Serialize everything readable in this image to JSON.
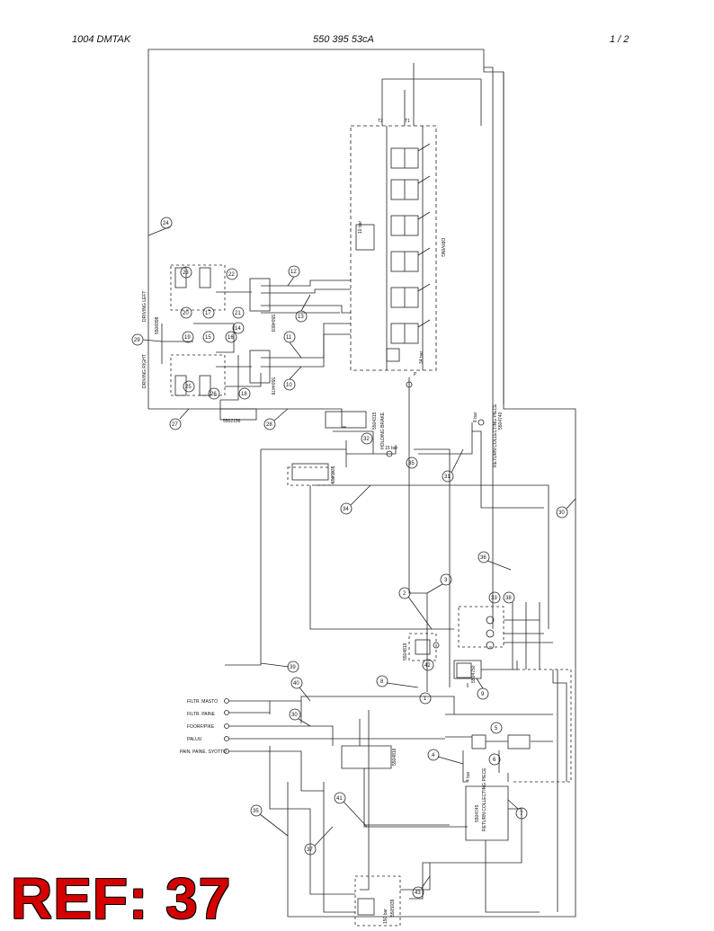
{
  "header": {
    "left": "1004 DMTAK",
    "center": "550 395 53cA",
    "right": "1 /  2"
  },
  "footer": {
    "ref_label": "REF: 37"
  },
  "labels": {
    "driving_left": "DRIVING LEFT",
    "driving_right": "DRIVING RIGHT",
    "driving": "DRIVING",
    "holding_brake": "HOLDING BRAKE",
    "return_collecting_piece_top": "RETURN COLLECTING PIECE",
    "return_collecting_piece_bottom": "RETURN COLLECTING PIECE",
    "part_5506998": "5506998",
    "part_5504803": "5504803",
    "part_5504478": "5504478",
    "part_5502156": "5502156",
    "part_5504315": "5504315",
    "part_5505931": "5505931",
    "part_5504819": "5504819",
    "part_5504750": "5504750",
    "part_5504740": "5504740",
    "part_5504816": "5504816",
    "part_5504745": "5504745",
    "part_5505939": "5505939",
    "bar_34": "34 bar",
    "bar_10": "10 bar",
    "bar_15": "15 bar",
    "bar_8": "8 bar",
    "bar_4": "4 bar",
    "bar_150": "150 bar",
    "port_t1": "T1",
    "port_t2": "T2",
    "port_p": "P"
  },
  "side_labels": [
    "FILTR. MASTO",
    "FILTR. PAINE",
    "FOORF/PIKE",
    "PALUU",
    "PAIN. PAINE. SYOTTO"
  ],
  "callouts": [
    {
      "id": "c24",
      "label": "24"
    },
    {
      "id": "c23",
      "label": "23"
    },
    {
      "id": "c22",
      "label": "22"
    },
    {
      "id": "c12",
      "label": "12"
    },
    {
      "id": "c13",
      "label": "13"
    },
    {
      "id": "c20",
      "label": "20"
    },
    {
      "id": "c17",
      "label": "17"
    },
    {
      "id": "c21",
      "label": "21"
    },
    {
      "id": "c14",
      "label": "14"
    },
    {
      "id": "c15",
      "label": "15"
    },
    {
      "id": "c16",
      "label": "16"
    },
    {
      "id": "c19",
      "label": "19"
    },
    {
      "id": "c11",
      "label": "11"
    },
    {
      "id": "c10",
      "label": "10"
    },
    {
      "id": "c18",
      "label": "18"
    },
    {
      "id": "c25",
      "label": "25"
    },
    {
      "id": "c26",
      "label": "26"
    },
    {
      "id": "c27",
      "label": "27"
    },
    {
      "id": "c28",
      "label": "28"
    },
    {
      "id": "c29",
      "label": "29"
    },
    {
      "id": "c32",
      "label": "32"
    },
    {
      "id": "c31",
      "label": "31"
    },
    {
      "id": "c34",
      "label": "34"
    },
    {
      "id": "c35",
      "label": "35"
    },
    {
      "id": "c30",
      "label": "30"
    },
    {
      "id": "c3",
      "label": "3"
    },
    {
      "id": "c2",
      "label": "2"
    },
    {
      "id": "c36",
      "label": "36"
    },
    {
      "id": "c33",
      "label": "33"
    },
    {
      "id": "c38",
      "label": "38"
    },
    {
      "id": "c42",
      "label": "42"
    },
    {
      "id": "c9",
      "label": "9"
    },
    {
      "id": "c8",
      "label": "8"
    },
    {
      "id": "c1",
      "label": "1"
    },
    {
      "id": "c39",
      "label": "39"
    },
    {
      "id": "c40",
      "label": "40"
    },
    {
      "id": "c30b",
      "label": "30"
    },
    {
      "id": "c5",
      "label": "5"
    },
    {
      "id": "c4",
      "label": "4"
    },
    {
      "id": "c6",
      "label": "6"
    },
    {
      "id": "c7",
      "label": "7"
    },
    {
      "id": "c41",
      "label": "41"
    },
    {
      "id": "c37",
      "label": "37"
    },
    {
      "id": "c35b",
      "label": "35"
    },
    {
      "id": "c43",
      "label": "43"
    }
  ]
}
